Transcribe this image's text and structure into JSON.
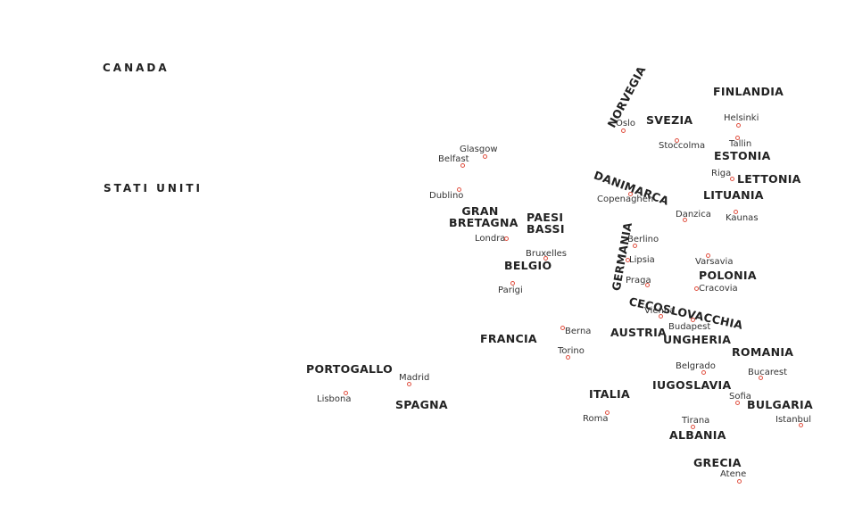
{
  "map": {
    "dot_color": "#e05040",
    "countries": {
      "canada": "CANADA",
      "stati_uniti": "STATI UNITI",
      "norvegia": "NORVEGIA",
      "svezia": "SVEZIA",
      "finlandia": "FINLANDIA",
      "estonia": "ESTONIA",
      "lettonia": "LETTONIA",
      "lituania": "LITUANIA",
      "danimarca": "DANIMARCA",
      "gran_bretagna_1": "GRAN",
      "gran_bretagna_2": "BRETAGNA",
      "paesi_bassi_1": "PAESI",
      "paesi_bassi_2": "BASSI",
      "belgio": "BELGIO",
      "germania": "GERMANIA",
      "polonia": "POLONIA",
      "cecoslovacchia": "CECOSLOVACCHIA",
      "francia": "FRANCIA",
      "austria": "AUSTRIA",
      "ungheria": "UNGHERIA",
      "romania": "ROMANIA",
      "portogallo": "PORTOGALLO",
      "spagna": "SPAGNA",
      "italia": "ITALIA",
      "iugoslavia": "IUGOSLAVIA",
      "bulgaria": "BULGARIA",
      "albania": "ALBANIA",
      "grecia": "GRECIA"
    },
    "cities": {
      "glasgow": "Glasgow",
      "belfast": "Belfast",
      "dublino": "Dublino",
      "londra": "Londra",
      "bruxelles": "Bruxelles",
      "parigi": "Parigi",
      "oslo": "Oslo",
      "stoccolma": "Stoccolma",
      "helsinki": "Helsinki",
      "tallin": "Tallin",
      "riga": "Riga",
      "copenaghen": "Copenaghen",
      "danzica": "Danzica",
      "kaunas": "Kaunas",
      "berlino": "Berlino",
      "lipsia": "Lipsia",
      "praga": "Praga",
      "varsavia": "Varsavia",
      "cracovia": "Cracovia",
      "vienna": "Vienna",
      "budapest": "Budapest",
      "berna": "Berna",
      "torino": "Torino",
      "belgrado": "Belgrado",
      "bucarest": "Bucarest",
      "madrid": "Madrid",
      "lisbona": "Lisbona",
      "sofia": "Sofia",
      "istanbul": "Istanbul",
      "roma": "Roma",
      "tirana": "Tirana",
      "atene": "Atene"
    }
  }
}
